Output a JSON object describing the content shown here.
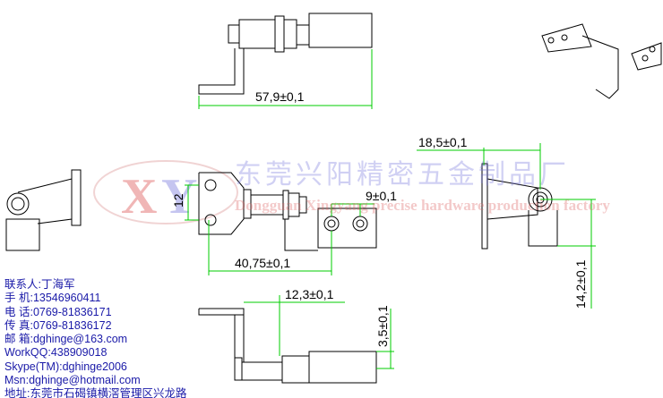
{
  "dimensions": {
    "length_top": "57,9±0,1",
    "hole_spacing": "12",
    "offset_9": "9±0,1",
    "length_40": "40,75±0,1",
    "side_18": "18,5±0,1",
    "side_14": "14,2±0,1",
    "bottom_12": "12,3±0,1",
    "bottom_3": "3,5±0,1"
  },
  "watermark": {
    "logo": "XY",
    "company_cn": "东莞兴阳精密五金制品厂",
    "company_en": "Dongguan Xingyang precise hardware production factory"
  },
  "contact": [
    "联系人:丁海军",
    "手  机:13546960411",
    "电  话:0769-81836171",
    "传  真:0769-81836172",
    "邮  箱:dghinge@163.com",
    "WorkQQ:438909018",
    "Skype(TM):dghinge2006",
    "Msn:dghinge@hotmail.com",
    "地址:东莞市石碣镇横滘管理区兴龙路"
  ],
  "colors": {
    "dimension": "#00cc00",
    "text": "#1a1aa8"
  }
}
